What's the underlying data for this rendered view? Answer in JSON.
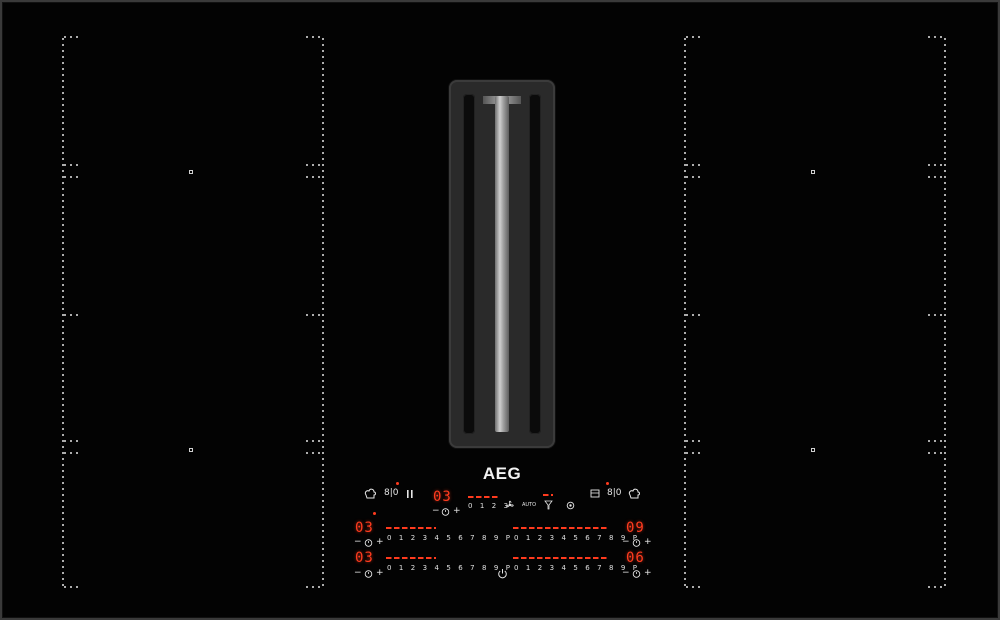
{
  "brand": {
    "logo_text": "AEG"
  },
  "colors": {
    "frame": "#3a3a3a",
    "glass": "#030303",
    "led_red": "#ff3b1e",
    "print_white": "#e8e8e8"
  },
  "icons": {
    "chef_hat": "chef-hat-icon",
    "display_grid": "display-icon",
    "pause": "pause-icon",
    "fan": "fan-icon",
    "auto": "auto-icon",
    "filter": "filter-icon",
    "lock": "lock-icon",
    "timer": "timer-icon",
    "power": "power-icon"
  },
  "controls": {
    "auto_label": "AUTO",
    "hood_level": "03",
    "hood_scale": "0 1 2 3",
    "zones": [
      {
        "id": "front-left",
        "level": "03",
        "scale": "0 1 2 3 4 5 6 7 8 9 P"
      },
      {
        "id": "rear-left",
        "level": "03",
        "scale": "0 1 2 3 4 5 6 7 8 9 P"
      },
      {
        "id": "rear-right",
        "level": "09",
        "scale": "0 1 2 3 4 5 6 7 8 9 P"
      },
      {
        "id": "front-right",
        "level": "06",
        "scale": "0 1 2 3 4 5 6 7 8 9 P"
      }
    ],
    "minus": "−",
    "plus": "+",
    "left_mode_box": "8|0",
    "right_mode_box": "8|0"
  }
}
